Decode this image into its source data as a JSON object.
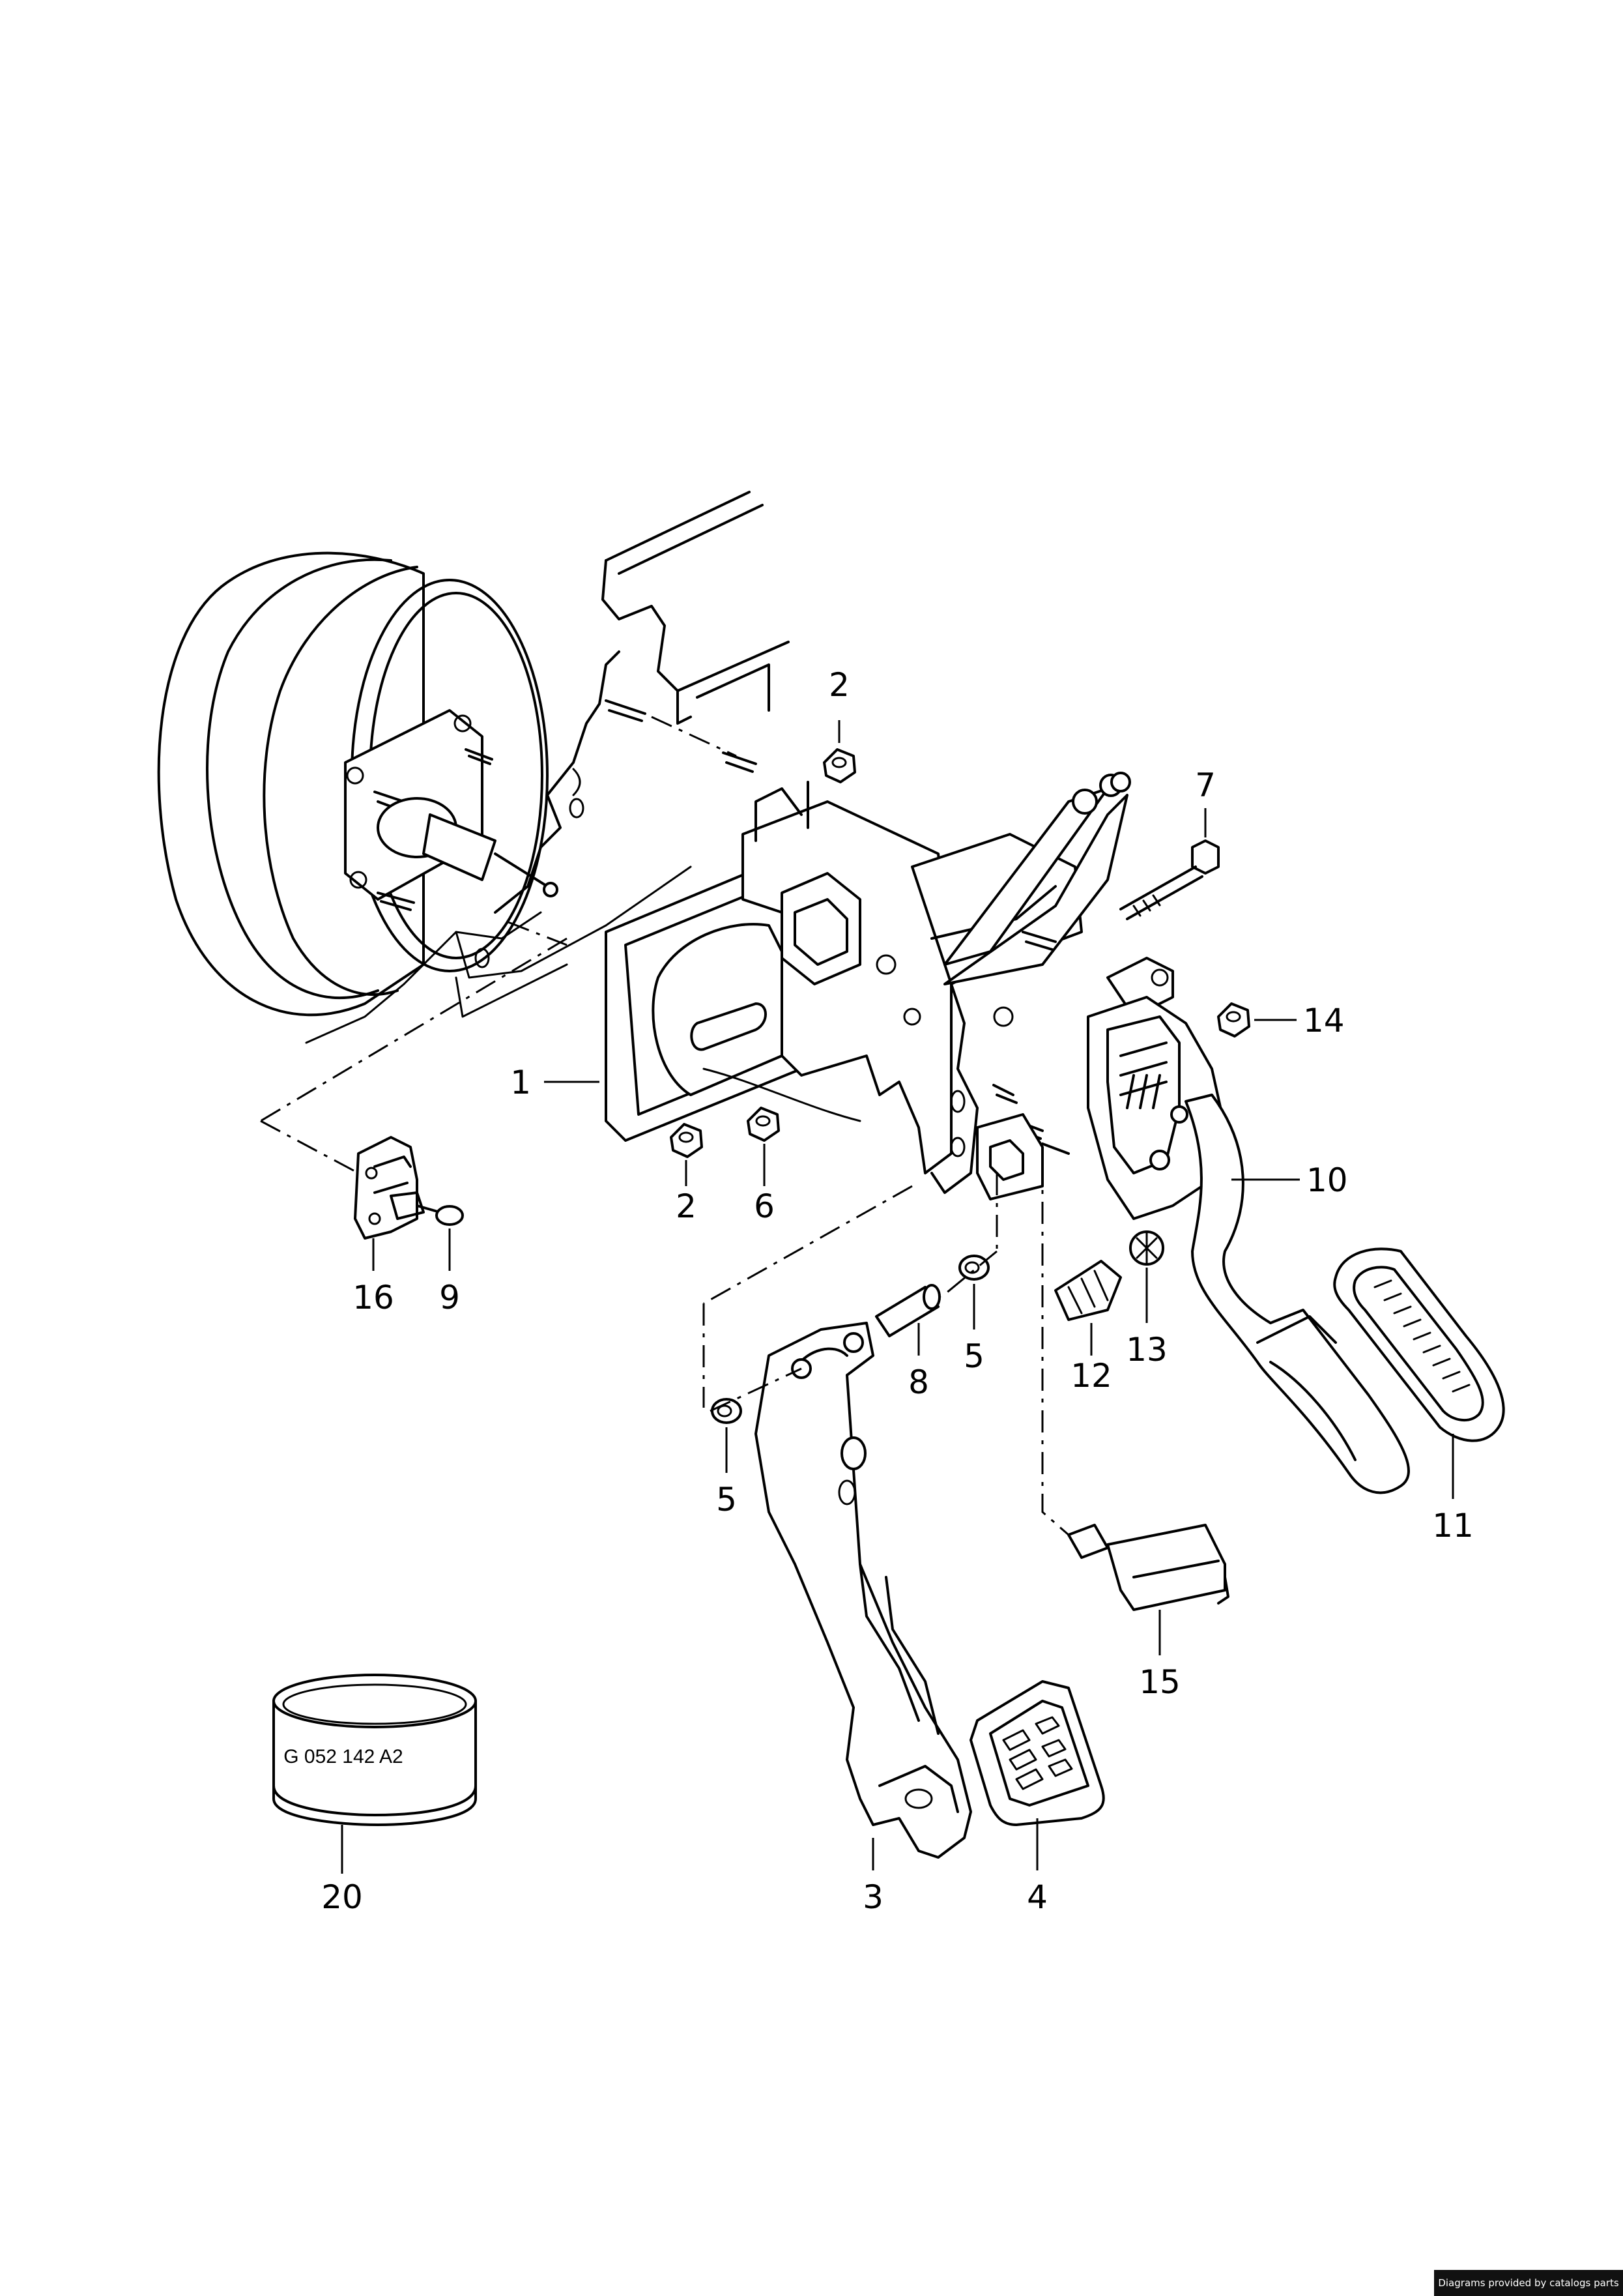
{
  "diagram": {
    "callouts": [
      {
        "id": "c1",
        "label": "1"
      },
      {
        "id": "c2a",
        "label": "2"
      },
      {
        "id": "c2b",
        "label": "2"
      },
      {
        "id": "c3",
        "label": "3"
      },
      {
        "id": "c4",
        "label": "4"
      },
      {
        "id": "c5a",
        "label": "5"
      },
      {
        "id": "c5b",
        "label": "5"
      },
      {
        "id": "c6",
        "label": "6"
      },
      {
        "id": "c7",
        "label": "7"
      },
      {
        "id": "c8",
        "label": "8"
      },
      {
        "id": "c9",
        "label": "9"
      },
      {
        "id": "c10",
        "label": "10"
      },
      {
        "id": "c11",
        "label": "11"
      },
      {
        "id": "c12",
        "label": "12"
      },
      {
        "id": "c13",
        "label": "13"
      },
      {
        "id": "c14",
        "label": "14"
      },
      {
        "id": "c15",
        "label": "15"
      },
      {
        "id": "c16",
        "label": "16"
      },
      {
        "id": "c20",
        "label": "20"
      }
    ],
    "part_stamp": "G 052 142 A2",
    "watermark": "Diagrams provided by catalogs parts"
  }
}
